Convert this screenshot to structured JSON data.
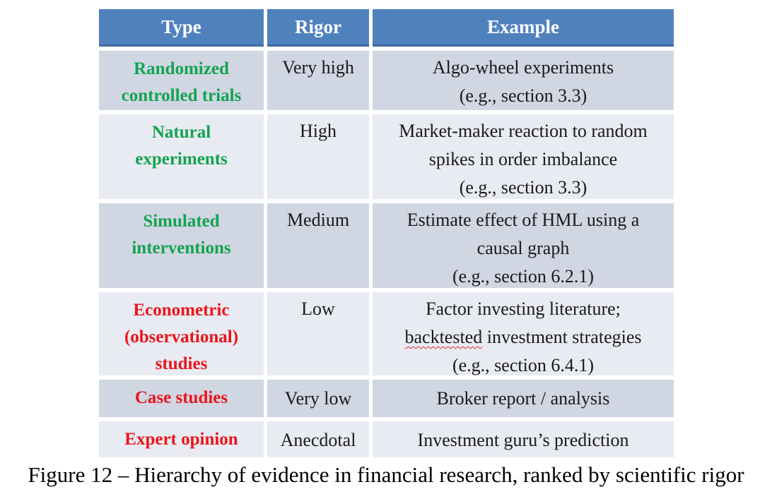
{
  "colors": {
    "header_bg": "#4F81BD",
    "header_border": "#3E6B9F",
    "band_dark": "#D1D6E3",
    "band_light": "#E9EBF2",
    "type_green": "#12A350",
    "type_red": "#EB141B",
    "squiggle_red": "#E03030"
  },
  "header": {
    "type": "Type",
    "rigor": "Rigor",
    "example": "Example"
  },
  "rows": [
    {
      "type": "Randomized\ncontrolled trials",
      "rigor": "Very high",
      "example": "Algo-wheel experiments\n(e.g., section 3.3)"
    },
    {
      "type": "Natural\nexperiments",
      "rigor": "High",
      "example": "Market-maker reaction to random\nspikes in order imbalance\n(e.g., section 3.3)"
    },
    {
      "type": "Simulated\ninterventions",
      "rigor": "Medium",
      "example": "Estimate effect of HML using a\ncausal graph\n(e.g., section 6.2.1)"
    },
    {
      "type": "Econometric\n(observational)\nstudies",
      "rigor": "Low",
      "example_pre": "Factor investing literature;\n",
      "example_misspelled": "backtested",
      "example_post": " investment strategies\n(e.g., section 6.4.1)"
    },
    {
      "type": "Case studies",
      "rigor": "Very low",
      "example": "Broker report / analysis"
    },
    {
      "type": "Expert opinion",
      "rigor": "Anecdotal",
      "example": "Investment guru’s prediction"
    }
  ],
  "caption": "Figure 12 – Hierarchy of evidence in financial research, ranked by scientific rigor"
}
